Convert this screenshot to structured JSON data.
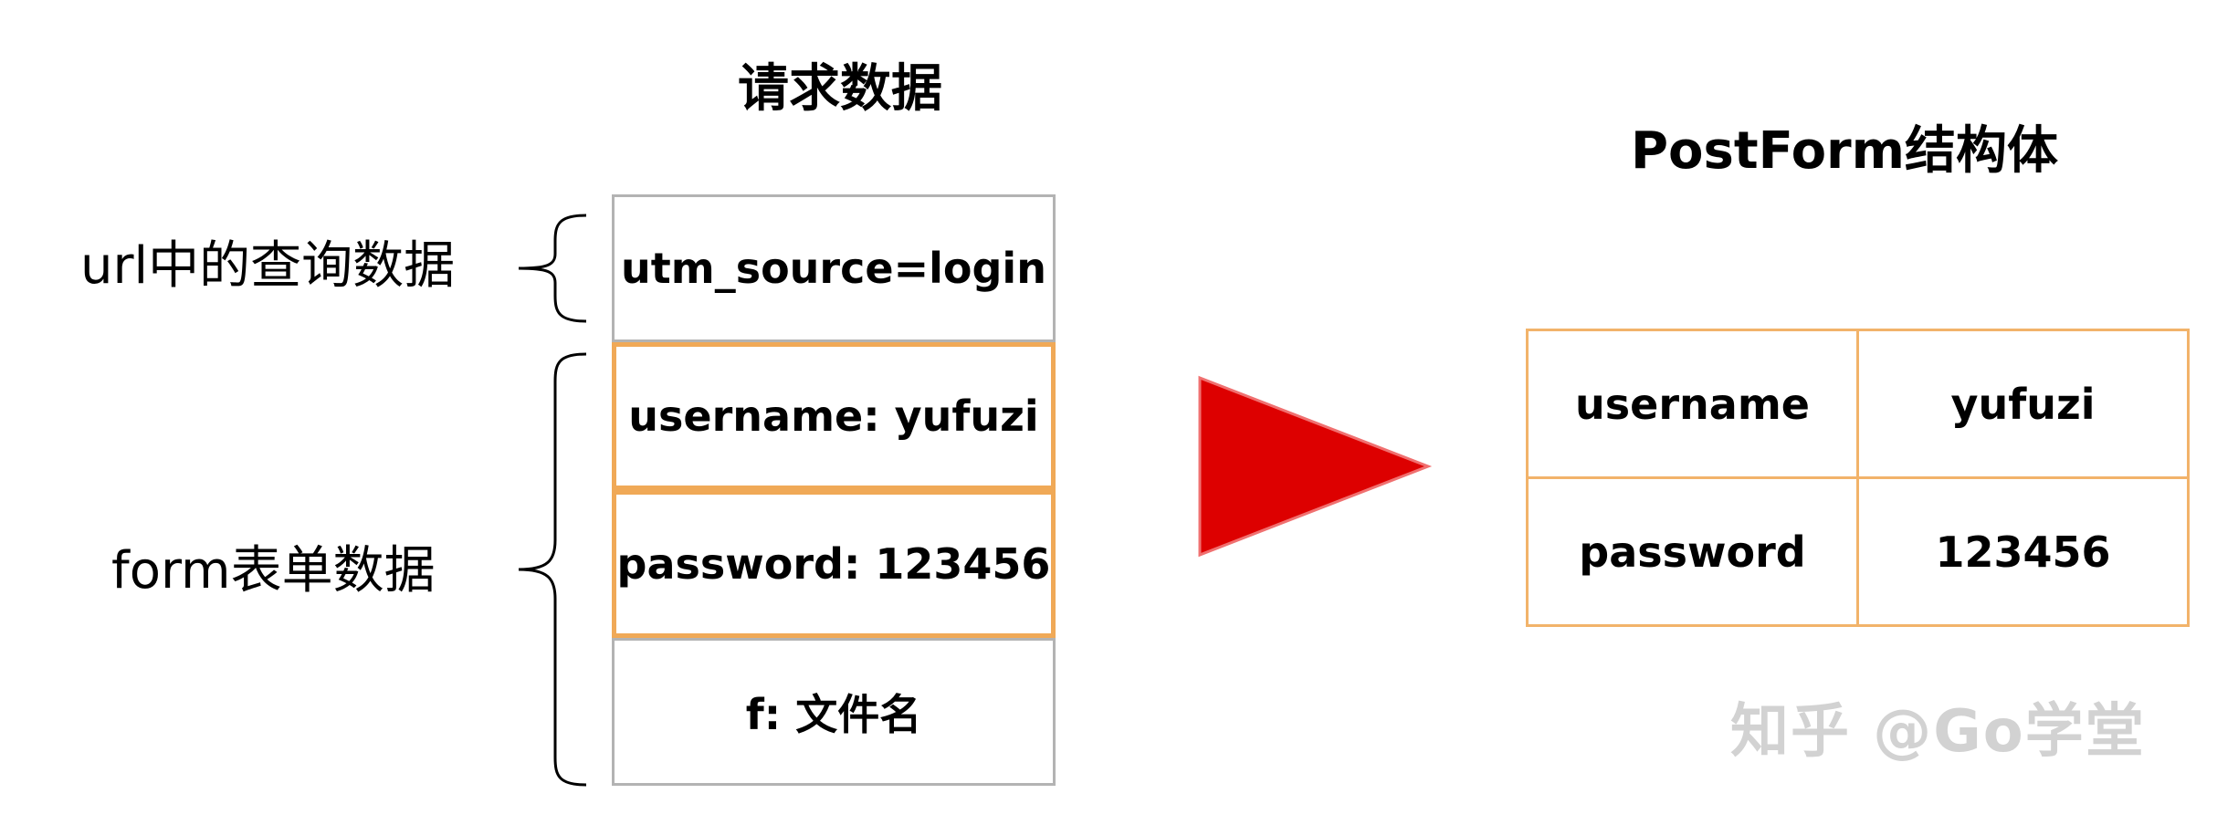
{
  "titles": {
    "request": "请求数据",
    "postform": "PostForm结构体"
  },
  "labels": {
    "url_query": "url中的查询数据",
    "form_data": "form表单数据"
  },
  "request_stack": [
    {
      "text": "utm_source=login",
      "style": "gray"
    },
    {
      "text": "username: yufuzi",
      "style": "orange"
    },
    {
      "text": "password: 123456",
      "style": "orange"
    },
    {
      "text": "f: 文件名",
      "style": "gray"
    }
  ],
  "postform_table": [
    {
      "key": "username",
      "value": "yufuzi"
    },
    {
      "key": "password",
      "value": "123456"
    }
  ],
  "watermark": "知乎 @Go学堂",
  "colors": {
    "highlight_border": "#f0a957",
    "default_border": "#b3b3b3",
    "arrow_fill": "#dd0000",
    "watermark": "#d2d2d2"
  },
  "icons": {
    "arrow": "right-triangle-arrow",
    "brace": "left-curly-brace"
  }
}
